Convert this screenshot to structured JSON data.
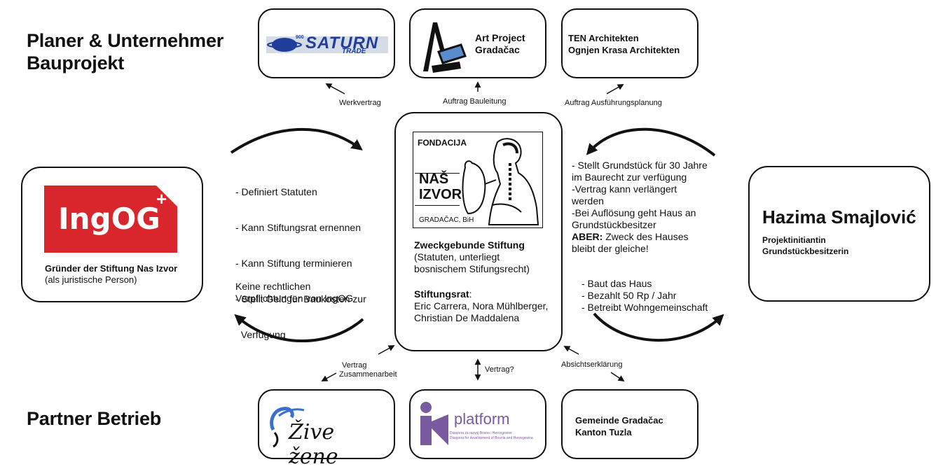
{
  "headings": {
    "top": [
      "Planer & Unternehmer",
      "Bauprojekt"
    ],
    "bottom": "Partner Betrieb"
  },
  "top_boxes": {
    "saturn": {
      "logo_big": "SATURN",
      "logo_small": "TRADE",
      "logo_num": "900"
    },
    "art": {
      "line1": "Art Project",
      "line2": "Gradačac"
    },
    "ten": {
      "line1": "TEN Architekten",
      "line2": "Ognjen Krasa Architekten"
    }
  },
  "edge_labels": {
    "werkvertrag": "Werkvertrag",
    "bauleitung": "Auftrag Bauleitung",
    "ausfuehrung": "Auftrag Ausführungsplanung",
    "zusammenarbeit": [
      "Vertrag",
      "Zusammenarbeit"
    ],
    "vertrag": "Vertrag?",
    "absicht": "Absichtserklärung"
  },
  "center": {
    "logo": {
      "fondacija": "FONDACIJA",
      "nas": "NAŠ",
      "izvor": "IZVOR",
      "place": "GRADAČAC, BiH"
    },
    "title": "Zweckgebunde Stiftung",
    "subtitle": "(Statuten, unterliegt bosnischem Stifungsrecht)",
    "rat_label": "Stiftungsrat",
    "rat_colon": ":",
    "rat_members": "Eric Carrera, Nora Mühlberger, Christian De Maddalena"
  },
  "left_box": {
    "logo": "IngOG",
    "logo_plus": "+",
    "line1": "Gründer der Stiftung Nas Izvor",
    "line2": "(als juristische Person)"
  },
  "left_texts": {
    "upper": [
      "- Definiert Statuten",
      "- Kann Stiftungsrat ernennen",
      "- Kann Stiftung terminieren",
      "- Stellt Geld für Baukosten zur",
      "  Verfügung"
    ],
    "lower": [
      "Keine rechtlichen",
      "Verpflichtungen von IngOG"
    ]
  },
  "right_box": {
    "name": "Hazima Smajlović",
    "role1": "Projektinitiantin",
    "role2": "Grundstückbesitzerin"
  },
  "right_texts": {
    "upper": [
      "- Stellt Grundstück für 30 Jahre",
      "im Baurecht zur verfügung",
      "-Vertrag kann verlängert",
      "werden",
      "-Bei Auflösung geht Haus an",
      "Grundstückbesitzer"
    ],
    "aber_label": "ABER:",
    "aber_rest": " Zweck des Hauses",
    "aber_line2": "bleibt der gleiche!",
    "lower": [
      "- Baut das Haus",
      "- Bezahlt 50 Rp / Jahr",
      "- Betreibt Wohngemeinschaft"
    ]
  },
  "bottom_boxes": {
    "zivezene": {
      "text": "Žive žene"
    },
    "platform": {
      "word": "platform",
      "sub1": "Diaspora za razvoj Bosne i Hercegovine",
      "sub2": "Diaspora for development of Bosnia and Herzegovina"
    },
    "gemeinde": {
      "line1": "Gemeinde Gradačac",
      "line2": "Kanton Tuzla"
    }
  },
  "colors": {
    "ingog_red": "#d9262c",
    "saturn_blue": "#1f3f9a",
    "platform_purple": "#7a5a9e",
    "stroke": "#111111"
  }
}
